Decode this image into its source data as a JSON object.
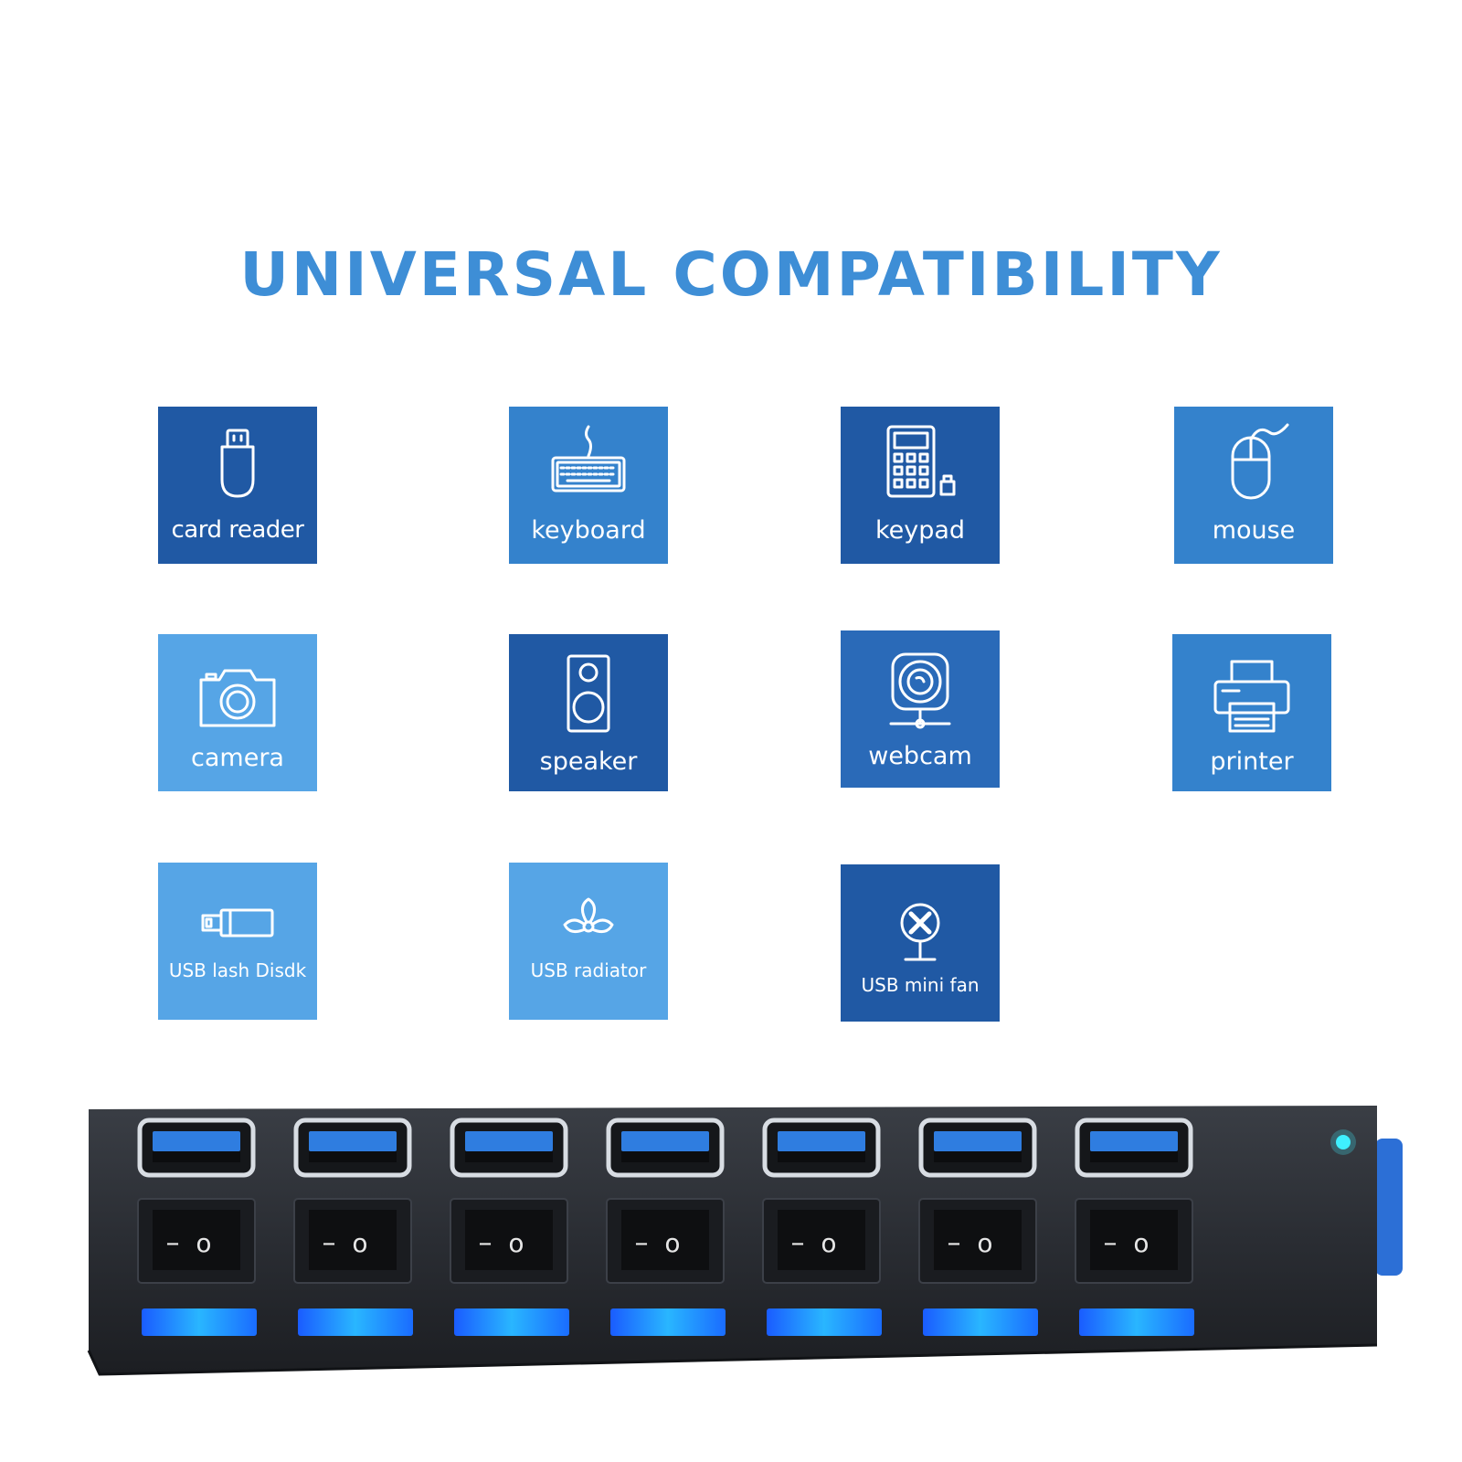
{
  "headline": "UNIVERSAL COMPATIBILITY",
  "colors": {
    "headline": "#3e8ed6",
    "tile_dark": "#2059a4",
    "tile_mid": "#3482cc",
    "tile_light": "#56a5e6",
    "hub_body": "#2a2d33",
    "hub_led": "#1f8dff"
  },
  "devices": [
    {
      "label": "card reader",
      "icon": "usb-stick-icon"
    },
    {
      "label": "keyboard",
      "icon": "keyboard-icon"
    },
    {
      "label": "keypad",
      "icon": "keypad-icon"
    },
    {
      "label": "mouse",
      "icon": "mouse-icon"
    },
    {
      "label": "camera",
      "icon": "camera-icon"
    },
    {
      "label": "speaker",
      "icon": "speaker-icon"
    },
    {
      "label": "webcam",
      "icon": "webcam-icon"
    },
    {
      "label": "printer",
      "icon": "printer-icon"
    },
    {
      "label": "USB lash Disdk",
      "icon": "flash-drive-icon"
    },
    {
      "label": "USB radiator",
      "icon": "fan-blades-icon"
    },
    {
      "label": "USB mini fan",
      "icon": "mini-fan-icon"
    }
  ],
  "hub": {
    "port_count": 7,
    "switch_off_symbol": "–",
    "switch_on_symbol": "o"
  }
}
